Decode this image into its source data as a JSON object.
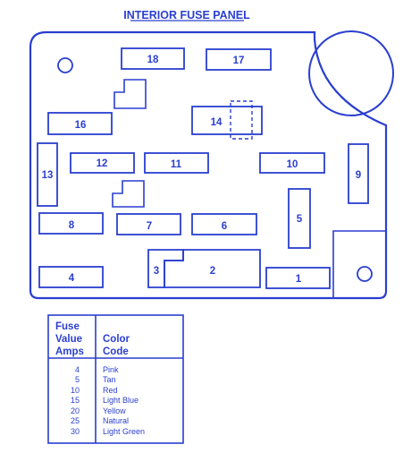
{
  "title": "INTERIOR FUSE PANEL",
  "colors": {
    "ink": "#2a3fd0",
    "background": "#ffffff"
  },
  "fuses": [
    {
      "id": "1",
      "label": "1"
    },
    {
      "id": "2",
      "label": "2"
    },
    {
      "id": "3",
      "label": "3"
    },
    {
      "id": "4",
      "label": "4"
    },
    {
      "id": "5",
      "label": "5"
    },
    {
      "id": "6",
      "label": "6"
    },
    {
      "id": "7",
      "label": "7"
    },
    {
      "id": "8",
      "label": "8"
    },
    {
      "id": "9",
      "label": "9"
    },
    {
      "id": "10",
      "label": "10"
    },
    {
      "id": "11",
      "label": "11"
    },
    {
      "id": "12",
      "label": "12"
    },
    {
      "id": "13",
      "label": "13"
    },
    {
      "id": "14",
      "label": "14"
    },
    {
      "id": "16",
      "label": "16"
    },
    {
      "id": "17",
      "label": "17"
    },
    {
      "id": "18",
      "label": "18"
    }
  ],
  "legend": {
    "header_amps": [
      "Fuse",
      "Value",
      "Amps"
    ],
    "header_color": [
      "Color",
      "Code"
    ],
    "rows": [
      {
        "amps": "4",
        "color": "Pink"
      },
      {
        "amps": "5",
        "color": "Tan"
      },
      {
        "amps": "10",
        "color": "Red"
      },
      {
        "amps": "15",
        "color": "Light Blue"
      },
      {
        "amps": "20",
        "color": "Yellow"
      },
      {
        "amps": "25",
        "color": "Natural"
      },
      {
        "amps": "30",
        "color": "Light Green"
      }
    ]
  }
}
